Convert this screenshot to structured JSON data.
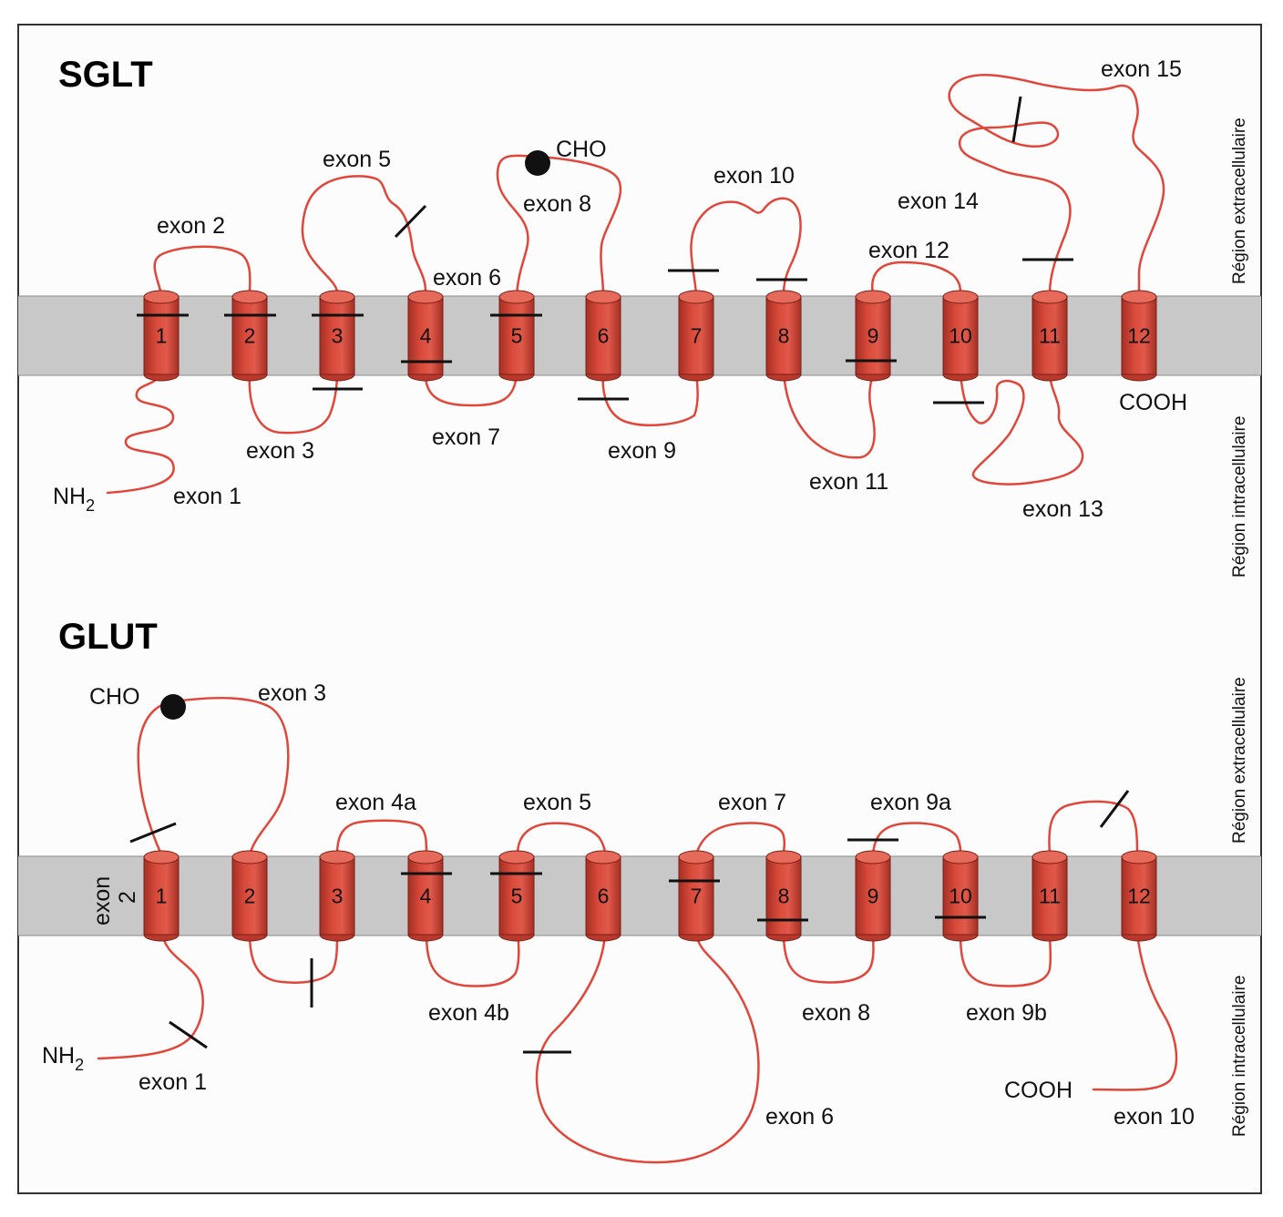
{
  "colors": {
    "loop": "#e0463a",
    "helix": "#d84a3a",
    "helix_dark": "#a52f24",
    "helix_top": "#e56a5a",
    "membrane": "#c8c8c8",
    "mark": "#111111"
  },
  "sglt": {
    "title": "SGLT",
    "region_extra": "Région extracellulaire",
    "region_intra": "Région intracellulaire",
    "nh2": "NH",
    "nh2_sub": "2",
    "cooh": "COOH",
    "cho": "CHO",
    "helices": [
      "1",
      "2",
      "3",
      "4",
      "5",
      "6",
      "7",
      "8",
      "9",
      "10",
      "11",
      "12"
    ],
    "exons": {
      "e1": "exon 1",
      "e2": "exon 2",
      "e3": "exon 3",
      "e5": "exon 5",
      "e6": "exon 6",
      "e7": "exon 7",
      "e8": "exon 8",
      "e9": "exon 9",
      "e10": "exon 10",
      "e11": "exon 11",
      "e12": "exon 12",
      "e13": "exon 13",
      "e14": "exon 14",
      "e15": "exon 15"
    }
  },
  "glut": {
    "title": "GLUT",
    "region_extra": "Région extracellulaire",
    "region_intra": "Région intracellulaire",
    "nh2": "NH",
    "nh2_sub": "2",
    "cooh": "COOH",
    "cho": "CHO",
    "exon2_a": "exon",
    "exon2_b": "2",
    "helices": [
      "1",
      "2",
      "3",
      "4",
      "5",
      "6",
      "7",
      "8",
      "9",
      "10",
      "11",
      "12"
    ],
    "exons": {
      "e1": "exon 1",
      "e3": "exon 3",
      "e4a": "exon 4a",
      "e4b": "exon 4b",
      "e5": "exon 5",
      "e6": "exon 6",
      "e7": "exon 7",
      "e8": "exon 8",
      "e9a": "exon 9a",
      "e9b": "exon 9b",
      "e10": "exon 10"
    }
  }
}
